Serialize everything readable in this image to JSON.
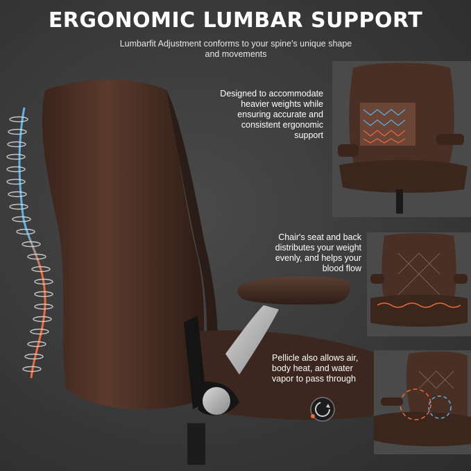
{
  "title": "ERGONOMIC LUMBAR SUPPORT",
  "subtitle": {
    "line1": "Lumbarfit Adjustment conforms to your spine's unique shape",
    "line2": "and movements"
  },
  "callouts": {
    "weight": {
      "line1": "Designed to accommodate",
      "line2": "heavier weights while",
      "line3": "ensuring accurate and",
      "line4": "consistent ergonomic",
      "line5": "support"
    },
    "distribute": {
      "line1": "Chair's seat and back",
      "line2": "distributes your weight",
      "line3": "evenly, and helps your",
      "line4": "blood flow"
    },
    "pellicle": {
      "line1": "Pellicle also allows air,",
      "line2": "body heat, and water",
      "line3": "vapor to pass through"
    }
  },
  "colors": {
    "background": "#3c3c3c",
    "leather": "#4a2f24",
    "spine_top": "#5ab4e8",
    "spine_bottom": "#f06a3a",
    "text": "#ffffff"
  },
  "icons": {
    "spine": "spine-diagram-icon",
    "dial": "knob-dial-icon"
  }
}
